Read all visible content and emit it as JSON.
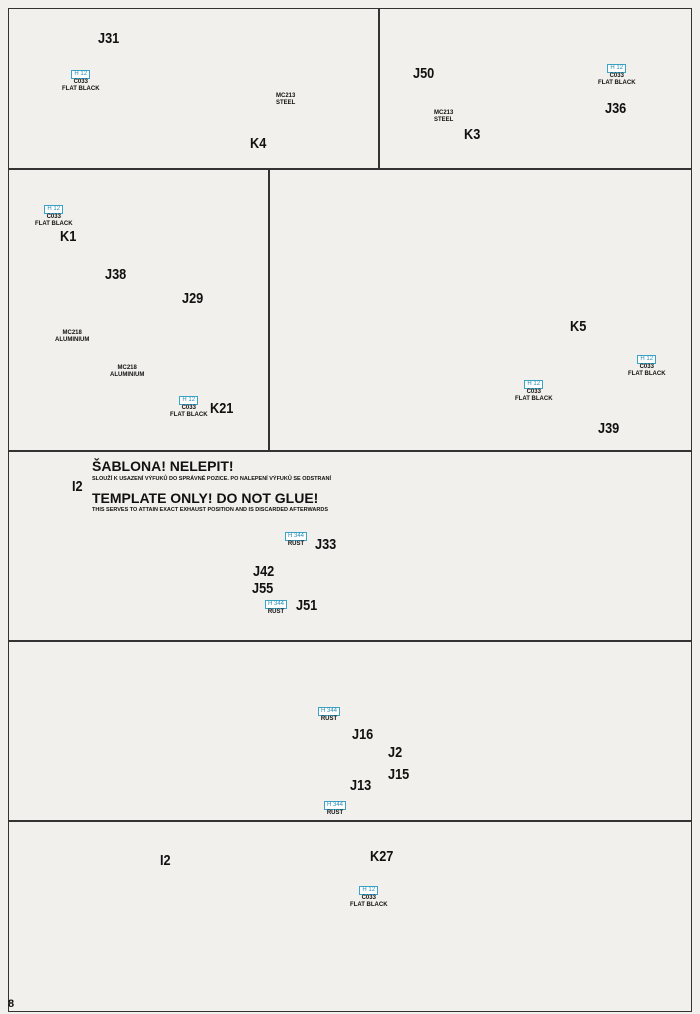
{
  "page_number": "8",
  "steps": [
    {
      "parts": [
        "J31",
        "K4"
      ],
      "paints": [
        {
          "code": "H 12",
          "sub": "C033",
          "name": "FLAT BLACK"
        },
        {
          "code": "",
          "sub": "MC213",
          "name": "STEEL"
        }
      ]
    },
    {
      "parts": [
        "J50",
        "J36",
        "K3"
      ],
      "paints": [
        {
          "code": "H 12",
          "sub": "C033",
          "name": "FLAT BLACK"
        },
        {
          "code": "",
          "sub": "MC213",
          "name": "STEEL"
        }
      ]
    },
    {
      "parts": [
        "K1",
        "J38",
        "J29",
        "K21"
      ],
      "paints": [
        {
          "code": "H 12",
          "sub": "C033",
          "name": "FLAT BLACK"
        },
        {
          "code": "",
          "sub": "MC218",
          "name": "ALUMINIUM"
        },
        {
          "code": "",
          "sub": "MC218",
          "name": "ALUMINIUM"
        },
        {
          "code": "H 12",
          "sub": "C033",
          "name": "FLAT BLACK"
        }
      ]
    },
    {
      "parts": [
        "K5",
        "J39"
      ],
      "paints": [
        {
          "code": "H 12",
          "sub": "C033",
          "name": "FLAT BLACK"
        },
        {
          "code": "H 12",
          "sub": "C033",
          "name": "FLAT BLACK"
        }
      ]
    },
    {
      "title_cz": "ŠABLONA! NELEPIT!",
      "note_cz": "SLOUŽÍ K USAZENÍ VÝFUKŮ DO SPRÁVNÉ POZICE. PO NALEPENÍ VÝFUKŮ SE ODSTRANÍ",
      "title_en": "TEMPLATE ONLY! DO NOT GLUE!",
      "note_en": "THIS SERVES TO ATTAIN EXACT EXHAUST POSITION AND IS DISCARDED AFTERWARDS",
      "parts": [
        "I2",
        "J33",
        "J42",
        "J55",
        "J51"
      ],
      "paints": [
        {
          "code": "H 344",
          "name": "RUST"
        },
        {
          "code": "H 344",
          "name": "RUST"
        }
      ]
    },
    {
      "parts": [
        "J16",
        "J2",
        "J15",
        "J13"
      ],
      "paints": [
        {
          "code": "H 344",
          "name": "RUST"
        },
        {
          "code": "H 344",
          "name": "RUST"
        }
      ]
    },
    {
      "parts": [
        "I2",
        "K27"
      ],
      "paints": [
        {
          "code": "H 12",
          "sub": "C033",
          "name": "FLAT BLACK"
        }
      ]
    }
  ]
}
